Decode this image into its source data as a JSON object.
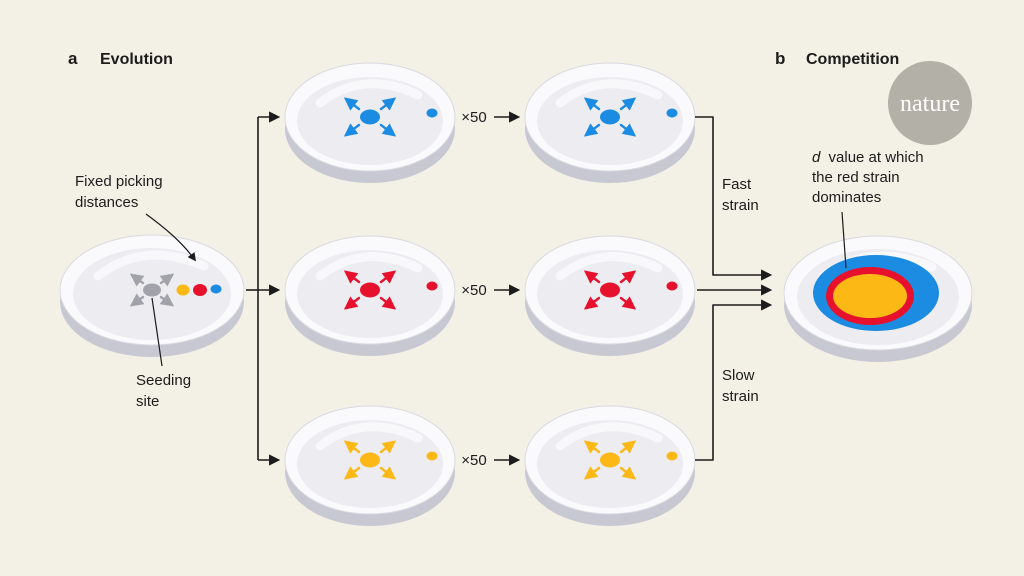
{
  "palette": {
    "background": "#f3f1e6",
    "line": "#1c1c1c",
    "blue": "#1b8ce2",
    "red": "#e8112d",
    "yellow": "#fcb814",
    "gray_dot": "#a2a2aa",
    "dish_side": "#c8c8d2",
    "dish_rim": "#fafafc",
    "dish_floor": "#ececf1",
    "logo_bg": "#b3b0a7"
  },
  "panels": {
    "a": {
      "tag": "a",
      "title": "Evolution"
    },
    "b": {
      "tag": "b",
      "title": "Competition"
    }
  },
  "annotations": {
    "fixed_picking_line1": "Fixed picking",
    "fixed_picking_line2": "distances",
    "seeding_line1": "Seeding",
    "seeding_line2": "site",
    "multiply": "×50",
    "fast_line1": "Fast",
    "fast_line2": "strain",
    "slow_line1": "Slow",
    "slow_line2": "strain",
    "d_value_word": "d",
    "d_value_rest": "value at which",
    "d_value_line2": "the red strain",
    "d_value_line3": "dominates"
  },
  "logo": {
    "text": "nature"
  }
}
